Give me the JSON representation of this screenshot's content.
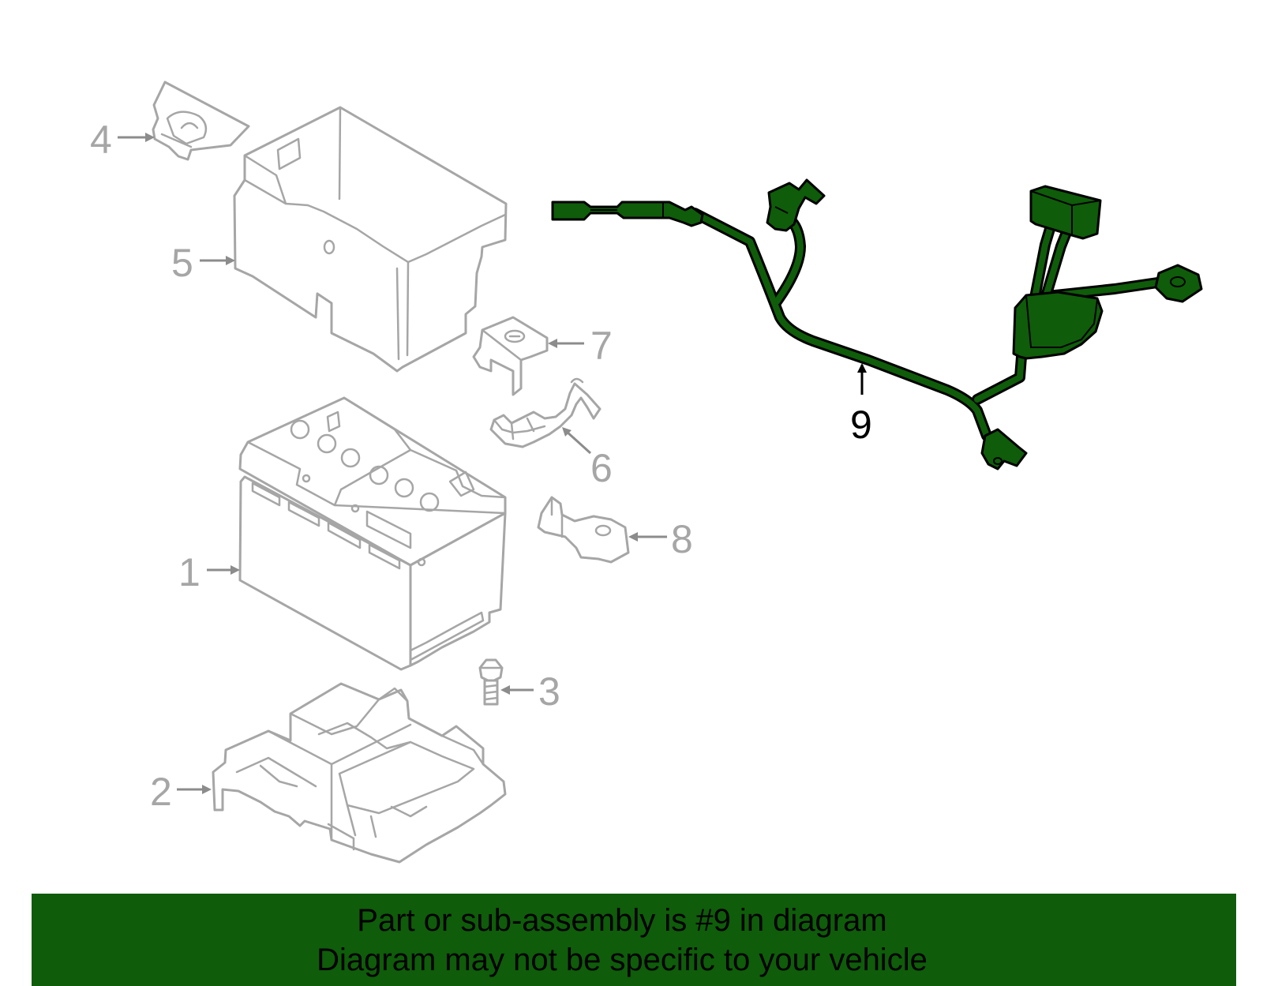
{
  "colors": {
    "highlight": "#0f5c0a",
    "part_outline": "#a6a6a6",
    "banner_background": "#0f5c0a",
    "banner_text": "#000000"
  },
  "callouts": [
    {
      "id": "1",
      "label": "1"
    },
    {
      "id": "2",
      "label": "2"
    },
    {
      "id": "3",
      "label": "3"
    },
    {
      "id": "4",
      "label": "4"
    },
    {
      "id": "5",
      "label": "5"
    },
    {
      "id": "6",
      "label": "6"
    },
    {
      "id": "7",
      "label": "7"
    },
    {
      "id": "8",
      "label": "8"
    },
    {
      "id": "9",
      "label": "9",
      "highlighted": true
    }
  ],
  "banner": {
    "line1": "Part or sub-assembly is #9 in diagram",
    "line2": "Diagram may not be specific to your vehicle"
  }
}
